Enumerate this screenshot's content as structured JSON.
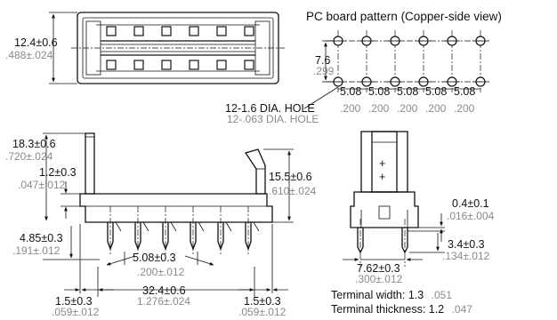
{
  "top_view": {
    "width_mm": "12.4±0.6",
    "width_in": ".488±.024"
  },
  "pcb": {
    "title": "PC board pattern (Copper-side view)",
    "row_pitch_mm": "7.6",
    "row_pitch_in": ".299",
    "col_pitch_mm": [
      "5.08",
      "5.08",
      "5.08",
      "5.08",
      "5.08"
    ],
    "col_pitch_in": [
      ".200",
      ".200",
      ".200",
      ".200",
      ".200"
    ],
    "hole_mm": "12-1.6 DIA. HOLE",
    "hole_in": "12-.063 DIA. HOLE"
  },
  "front_view": {
    "height_total_mm": "18.3±0.6",
    "height_total_in": ".720±.024",
    "latch_mm": "1.2±0.3",
    "latch_in": ".047±.012",
    "body_height_mm": "15.5±0.6",
    "body_height_in": ".610±.024",
    "pin_len_mm": "4.85±0.3",
    "pin_len_in": ".191±.012",
    "pitch_mm": "5.08±0.3",
    "pitch_in": ".200±.012",
    "length_mm": "32.4±0.6",
    "length_in": "1.276±.024",
    "left_end_mm": "1.5±0.3",
    "left_end_in": ".059±.012",
    "right_end_mm": "1.5±0.3",
    "right_end_in": ".059±.012"
  },
  "side_view": {
    "gap_mm": "0.4±0.1",
    "gap_in": ".016±.004",
    "tail_mm": "3.4±0.3",
    "tail_in": ".134±.012",
    "row_mm": "7.62±0.3",
    "row_in": ".300±.012",
    "terminal_width_label": "Terminal width: 1.3",
    "terminal_width_in": ".051",
    "terminal_thickness_label": "Terminal thickness: 1.2",
    "terminal_thickness_in": ".047"
  }
}
